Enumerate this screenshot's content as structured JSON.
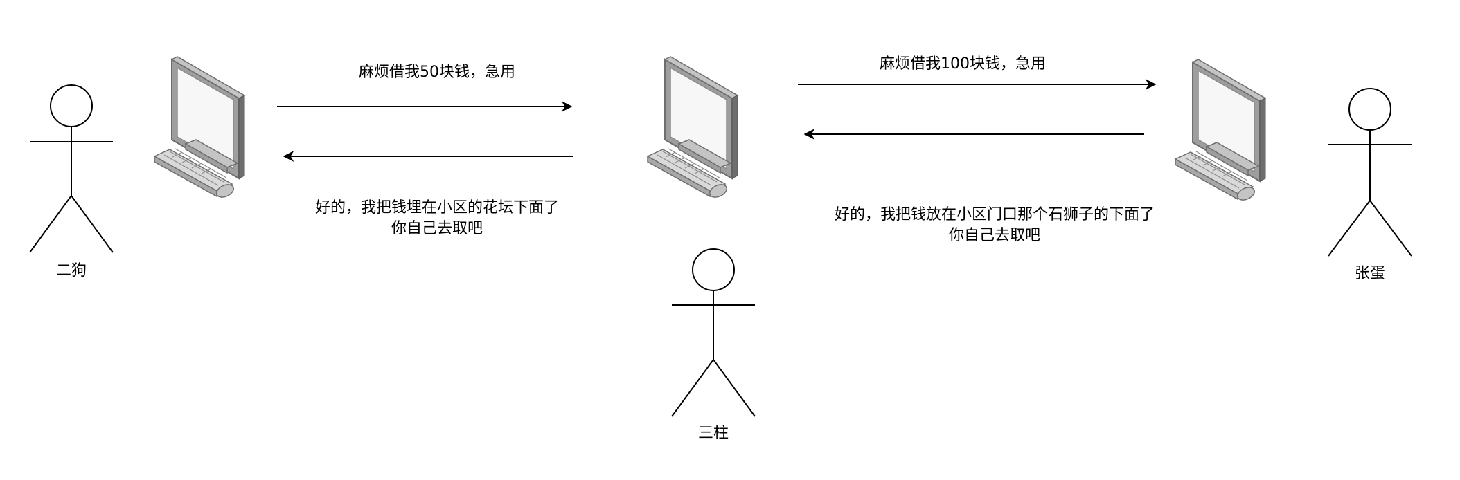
{
  "colors": {
    "stroke": "#000000",
    "monitor_frame": "#9e9e9e",
    "monitor_dark": "#6e6e6e",
    "screen": "#f7f7f7",
    "keyboard": "#cfcfcf"
  },
  "actors": [
    {
      "id": "ergou",
      "name": "二狗"
    },
    {
      "id": "sanzhu",
      "name": "三柱"
    },
    {
      "id": "zhangdan",
      "name": "张蛋"
    }
  ],
  "computers": [
    {
      "id": "pc-ergou",
      "icon": "desktop-computer-icon"
    },
    {
      "id": "pc-sanzhu",
      "icon": "desktop-computer-icon"
    },
    {
      "id": "pc-zhangdan",
      "icon": "desktop-computer-icon"
    }
  ],
  "messages": [
    {
      "id": "msg-ergou-to-sanzhu",
      "from": "pc-ergou",
      "to": "pc-sanzhu",
      "text": "麻烦借我50块钱，急用"
    },
    {
      "id": "msg-sanzhu-to-ergou",
      "from": "pc-sanzhu",
      "to": "pc-ergou",
      "line1": "好的，我把钱埋在小区的花坛下面了",
      "line2": "你自己去取吧"
    },
    {
      "id": "msg-sanzhu-to-zhangdan",
      "from": "pc-sanzhu",
      "to": "pc-zhangdan",
      "text": "麻烦借我100块钱，急用"
    },
    {
      "id": "msg-zhangdan-to-sanzhu",
      "from": "pc-zhangdan",
      "to": "pc-sanzhu",
      "line1": "好的，我把钱放在小区门口那个石狮子的下面了",
      "line2": "你自己去取吧"
    }
  ]
}
